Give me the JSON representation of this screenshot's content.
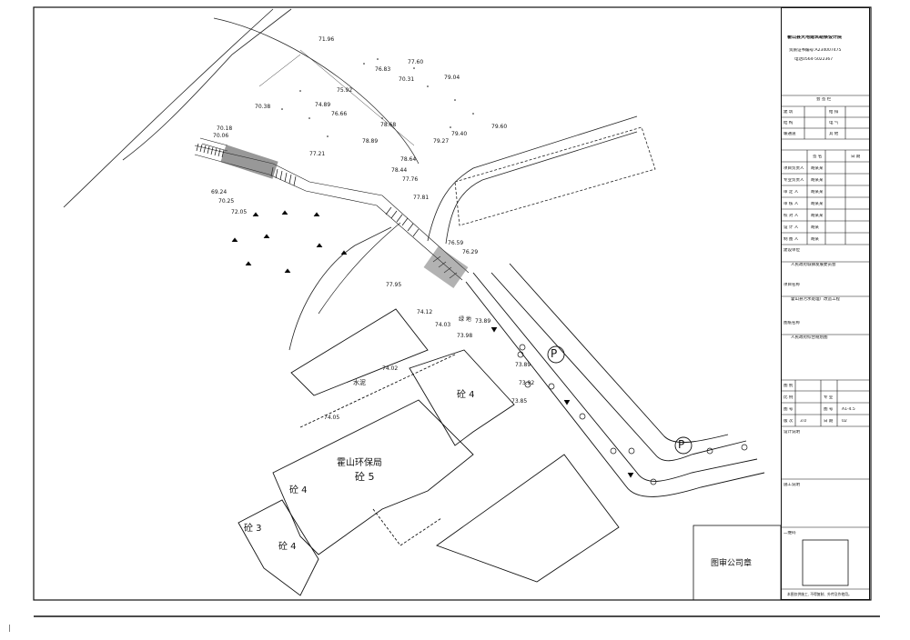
{
  "title_block": {
    "company": "霍山县天地建筑勘察设计院",
    "cert": "资质证书编号:A234007475",
    "phone": "电话0564-5022367",
    "section_header": "会 签 栏",
    "sign_rows": [
      [
        "建 筑",
        "",
        "给 排",
        ""
      ],
      [
        "结 构",
        "",
        "电 气",
        ""
      ],
      [
        "暖通道",
        "",
        "其 他",
        ""
      ]
    ],
    "roles_header": [
      "",
      "签 名",
      "",
      "日 期"
    ],
    "roles": [
      [
        "项目负责人",
        "胡某某"
      ],
      [
        "专业负责人",
        "胡某某"
      ],
      [
        "审 定 人",
        "胡某某"
      ],
      [
        "审 核 人",
        "胡某某"
      ],
      [
        "校 对 人",
        "胡某某"
      ],
      [
        "设 计 人",
        "胡某"
      ],
      [
        "制 图 人",
        "胡某"
      ]
    ],
    "build_unit_label": "建设单位",
    "build_unit_value": "人民政府城镇发展委员会",
    "project_label": "项目名称",
    "project_value": "霍山县污水处理厂改造工程",
    "drawing_label": "图纸名称",
    "drawing_value": "人民政府综合规划图",
    "info_rows": [
      [
        "图 别",
        "",
        "",
        ""
      ],
      [
        "比 例",
        "",
        "专 业",
        ""
      ],
      [
        "图 号",
        "",
        "图 号",
        "A1-4.5"
      ],
      [
        "版 次",
        "3.0",
        "日 期",
        "02"
      ]
    ],
    "notes_label": "设计说明",
    "remark_label": "施工说明",
    "qr_label": "二维码",
    "footer": "本图仅供施工, 不得复制、外传及作他用。"
  },
  "stamp_box_label": "图审公司章",
  "site_labels": {
    "office": "霍山环保局",
    "mat_5": "砼 5",
    "mat_4a": "砼 4",
    "mat_4b": "砼 4",
    "mat_4c": "砼 4",
    "mat_3": "砼 3",
    "water": "水泥",
    "green": "绿 地",
    "parking": "P"
  },
  "elevations": [
    "71.96",
    "77.60",
    "76.83",
    "79.04",
    "70.31",
    "75.92",
    "70.38",
    "74.89",
    "76.66",
    "78.68",
    "70.18",
    "70.06",
    "79.27",
    "79.40",
    "79.60",
    "78.89",
    "77.21",
    "78.64",
    "77.76",
    "78.44",
    "69.24",
    "70.25",
    "72.05",
    "77.81",
    "76.59",
    "76.29",
    "77.95",
    "74.12",
    "74.03",
    "73.89",
    "73.98",
    "73.89",
    "74.02",
    "73.92",
    "73.85",
    "74.05"
  ]
}
